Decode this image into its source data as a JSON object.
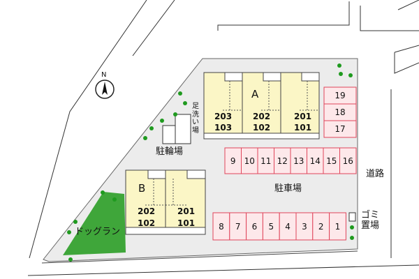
{
  "compass": {
    "label": "N"
  },
  "labels": {
    "building_a": "A",
    "building_b": "B",
    "parking": "駐車場",
    "bicycle_parking": "駐輪場",
    "footwash": "足洗い場",
    "road": "道路",
    "garbage_line1": "ゴミ",
    "garbage_line2": "置場",
    "dog_run": "ドッグラン"
  },
  "building_a_units": [
    {
      "upper": "203",
      "lower": "103"
    },
    {
      "upper": "202",
      "lower": "102"
    },
    {
      "upper": "201",
      "lower": "101"
    }
  ],
  "building_b_units": [
    {
      "upper": "202",
      "lower": "102"
    },
    {
      "upper": "201",
      "lower": "101"
    }
  ],
  "parking_side": [
    "19",
    "18",
    "17"
  ],
  "parking_upper": [
    "9",
    "10",
    "11",
    "12",
    "13",
    "14",
    "15",
    "16"
  ],
  "parking_lower": [
    "8",
    "7",
    "6",
    "5",
    "4",
    "3",
    "2",
    "1"
  ],
  "colors": {
    "lot": "#ececec",
    "building": "#fbf6c6",
    "parking_fill": "#fde8ea",
    "parking_stroke": "#e0445a",
    "dog_run": "#3fa63a",
    "tree": "#1f9a1f"
  }
}
